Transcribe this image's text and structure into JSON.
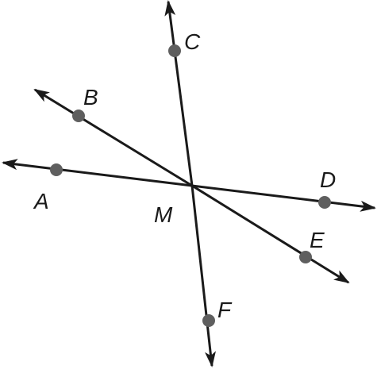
{
  "diagram": {
    "intersection_label": "M",
    "points": {
      "A": "A",
      "B": "B",
      "C": "C",
      "D": "D",
      "E": "E",
      "F": "F"
    },
    "colors": {
      "line": "#1a1a1a",
      "point": "#5f5f5f",
      "background": "#ffffff"
    }
  }
}
